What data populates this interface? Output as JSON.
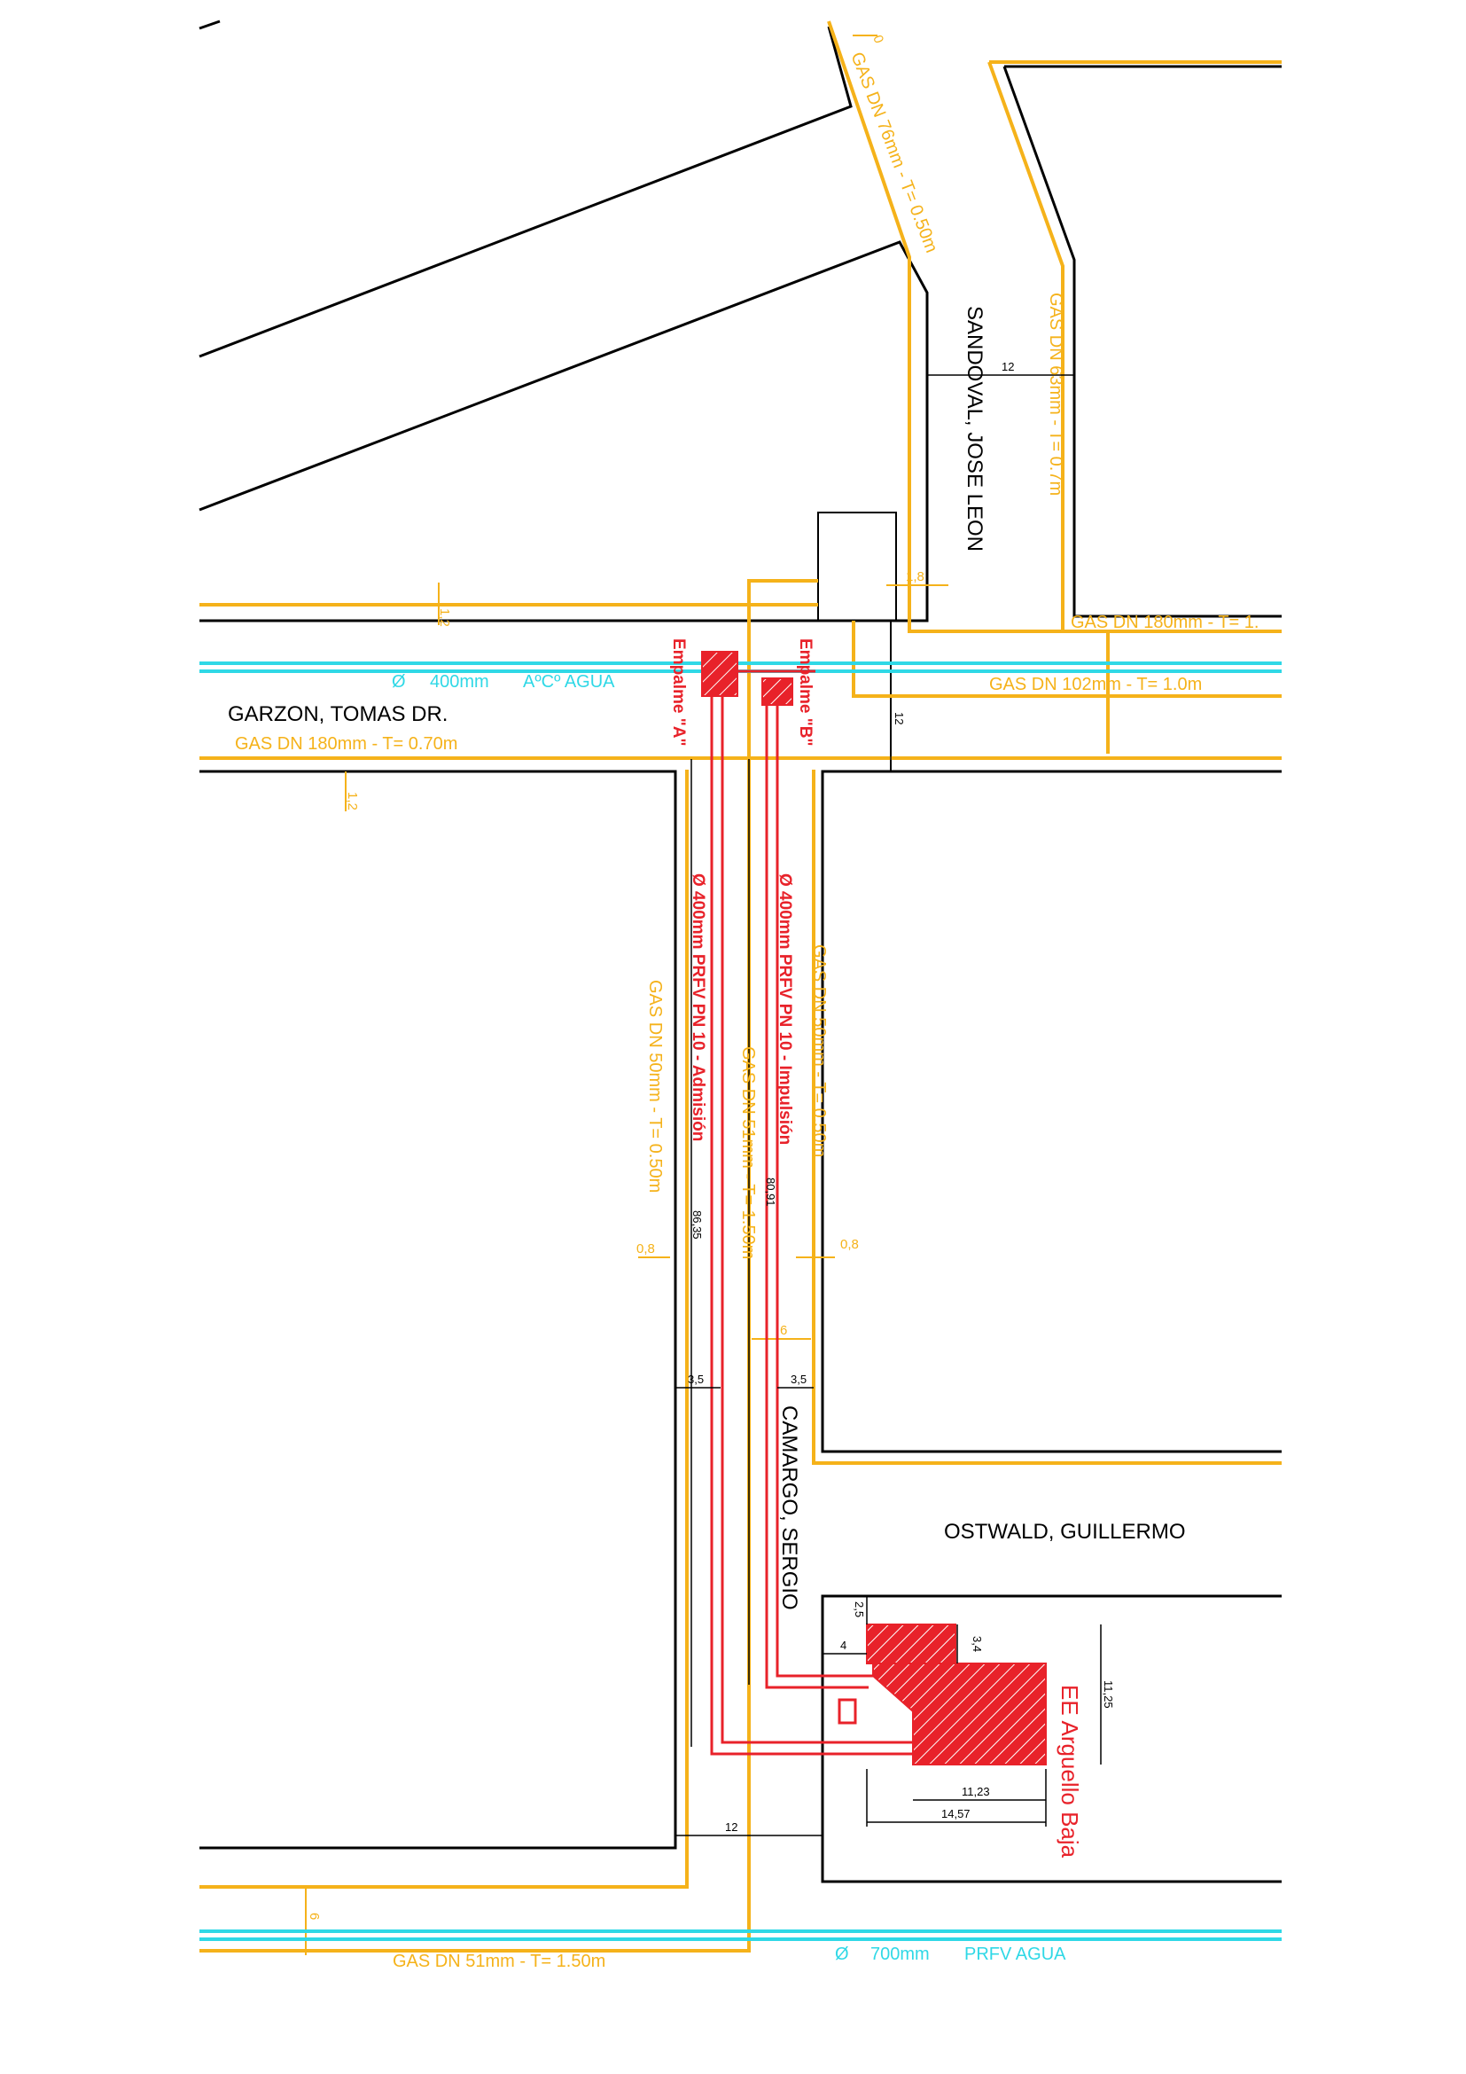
{
  "streets": {
    "sandoval": "SANDOVAL, JOSE LEON",
    "garzon": "GARZON, TOMAS DR.",
    "camargo": "CAMARGO, SERGIO",
    "ostwald": "OSTWALD, GUILLERMO"
  },
  "gas_labels": {
    "top_diag": "GAS DN 76mm - T= 0.50m",
    "right_vert": "GAS DN 63mm - T= 0.7m",
    "right_top": "GAS DN 180mm - T= 1.",
    "mid_102": "GAS DN 102mm - T= 1.0m",
    "garzon_180": "GAS DN 180mm - T= 0.70m",
    "left_vert_50": "GAS DN 50mm - T= 0.50m",
    "center_51": "GAS DN 51mm - T= 1.50m",
    "right_vert_50": "GAS DN 50mm - T= 0.50m",
    "bottom_51": "GAS DN 51mm - T= 1.50m"
  },
  "water_labels": {
    "top_symbol": "Ø",
    "top_size": "400mm",
    "top_type": "AºCº AGUA",
    "bottom_symbol": "Ø",
    "bottom_size": "700mm",
    "bottom_type": "PRFV AGUA"
  },
  "pipes": {
    "admision": "Ø     400mm PRFV PN 10 - Admisión",
    "impulsion": "Ø     400mm PRFV PN 10 - Impulsión",
    "empalme_a": "Empalme \"A\"",
    "empalme_b": "Empalme \"B\""
  },
  "station": {
    "name": "EE Arguello Baja"
  },
  "dimensions": {
    "d12_top": "12",
    "d12_mid": "12",
    "d12_bottom": "12",
    "d1_8": "1,8",
    "d1_2_left": "1,2",
    "d1_2_garzon": "1,2",
    "d0_8_left": "0,8",
    "d0_8_right": "0,8",
    "d86_35": "86,35",
    "d80_91": "80,91",
    "d3_5_left": "3,5",
    "d3_5_right": "3,5",
    "d6_mid": "6",
    "d6_bottom": "6",
    "d2_5": "2,5",
    "d4": "4",
    "d3_4": "3,4",
    "d11_25": "11,25",
    "d11_23": "11,23",
    "d14_57": "14,57",
    "d0_top": "0"
  },
  "colors": {
    "gas": "#f5b21a",
    "water": "#2fd8e6",
    "sewer": "#e8222a",
    "lines": "#000000"
  }
}
